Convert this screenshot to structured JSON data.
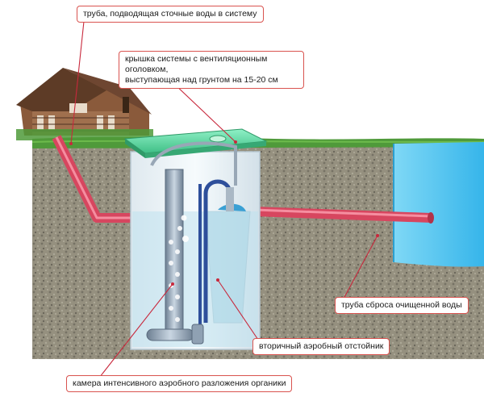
{
  "labels": {
    "inlet_pipe": "труба, подводящая сточные воды в систему",
    "lid_line1": "крышка системы с вентиляционным оголовком,",
    "lid_line2": "выступающая над грунтом на 15-20 см",
    "outlet_pipe": "труба сброса очищенной воды",
    "secondary_settler": "вторичный аэробный отстойник",
    "aerobic_chamber": "камера интенсивного аэробного разложения органики"
  },
  "colors": {
    "callout_border": "#d9534f",
    "leader_line": "#c8283c",
    "pipe": "#d7465f",
    "water": "#5ac8f0",
    "grass": "#4f9a3a",
    "soil": "#8a8573",
    "tank_lid": "#5ed6a0",
    "tank_wall": "#eef6fb"
  },
  "icons": [
    "house-illustration",
    "tank-illustration",
    "pipe-illustration",
    "aerator-column-illustration"
  ]
}
